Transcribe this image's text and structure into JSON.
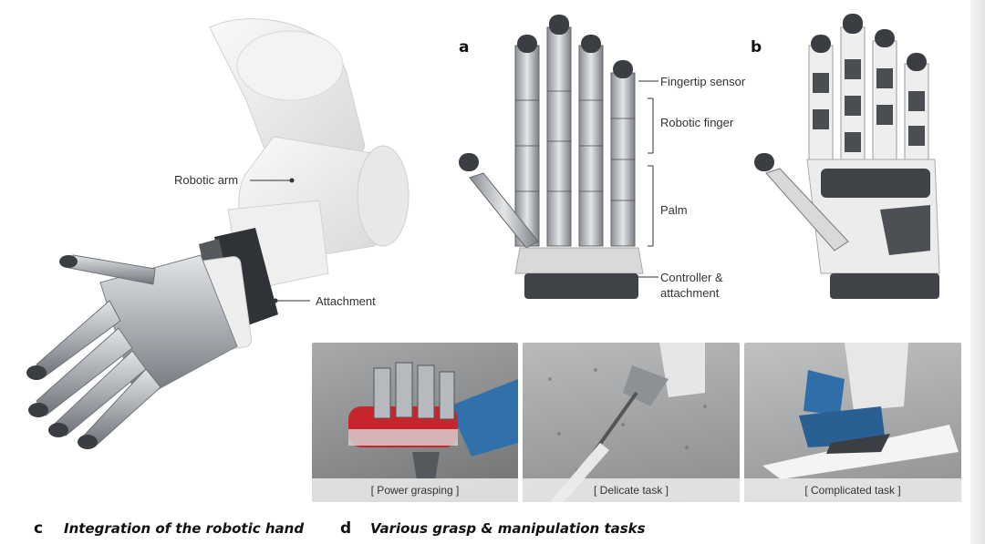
{
  "panels": {
    "a_letter": "a",
    "b_letter": "b",
    "c_letter": "c",
    "d_letter": "d",
    "c_caption": "Integration of the robotic hand",
    "d_caption": "Various grasp & manipulation tasks"
  },
  "callouts": {
    "robotic_arm": "Robotic arm",
    "attachment": "Attachment",
    "fingertip_sensor": "Fingertip sensor",
    "robotic_finger": "Robotic finger",
    "palm": "Palm",
    "controller_line1": "Controller &",
    "controller_line2": "attachment"
  },
  "photos": [
    {
      "label": "[ Power grasping ]"
    },
    {
      "label": "[ Delicate task ]"
    },
    {
      "label": "[ Complicated task ]"
    }
  ],
  "colors": {
    "metal": "#b9bcc0",
    "dark": "#3a3d42",
    "white_shell": "#ececec",
    "can_red": "#c8242c",
    "arm_blue": "#2f6ea8"
  }
}
